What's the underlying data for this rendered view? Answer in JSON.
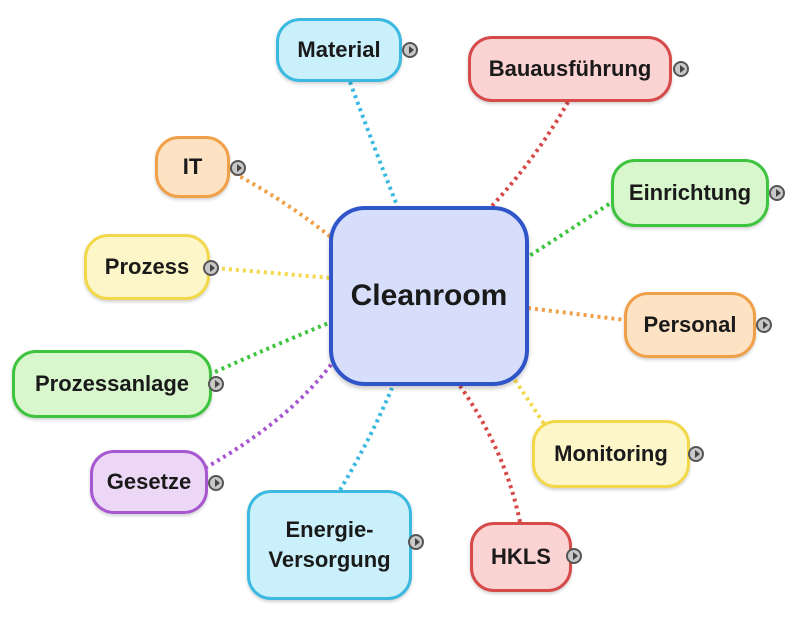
{
  "center": {
    "label": "Cleanroom",
    "fill": "#d6defc",
    "border": "#2f55c8"
  },
  "nodes": [
    {
      "id": "material",
      "label": "Material",
      "fill": "#c9f0fb",
      "border": "#3bb9e0",
      "link": "#3bb9e0"
    },
    {
      "id": "bauausfuehrung",
      "label": "Bauausführung",
      "fill": "#fbd3d3",
      "border": "#d64a4a",
      "link": "#d64a4a"
    },
    {
      "id": "it",
      "label": "IT",
      "fill": "#fde2c4",
      "border": "#f0a048",
      "link": "#f0a048"
    },
    {
      "id": "einrichtung",
      "label": "Einrichtung",
      "fill": "#d8f7cd",
      "border": "#3ec43e",
      "link": "#3ec43e"
    },
    {
      "id": "prozess",
      "label": "Prozess",
      "fill": "#fdf6c8",
      "border": "#f2d84a",
      "link": "#f2d84a"
    },
    {
      "id": "personal",
      "label": "Personal",
      "fill": "#fde2c4",
      "border": "#f0a048",
      "link": "#f0a048"
    },
    {
      "id": "prozessanlage",
      "label": "Prozessanlage",
      "fill": "#d8f7cd",
      "border": "#3ec43e",
      "link": "#3ec43e"
    },
    {
      "id": "monitoring",
      "label": "Monitoring",
      "fill": "#fdf6c8",
      "border": "#f2d84a",
      "link": "#f2d84a"
    },
    {
      "id": "gesetze",
      "label": "Gesetze",
      "fill": "#ecd7f7",
      "border": "#a757d0",
      "link": "#a757d0"
    },
    {
      "id": "energie",
      "label": "Energie-\nVersorgung",
      "fill": "#c9f0fb",
      "border": "#3bb9e0",
      "link": "#3bb9e0"
    },
    {
      "id": "hkls",
      "label": "HKLS",
      "fill": "#fbd3d3",
      "border": "#d64a4a",
      "link": "#d64a4a"
    }
  ]
}
